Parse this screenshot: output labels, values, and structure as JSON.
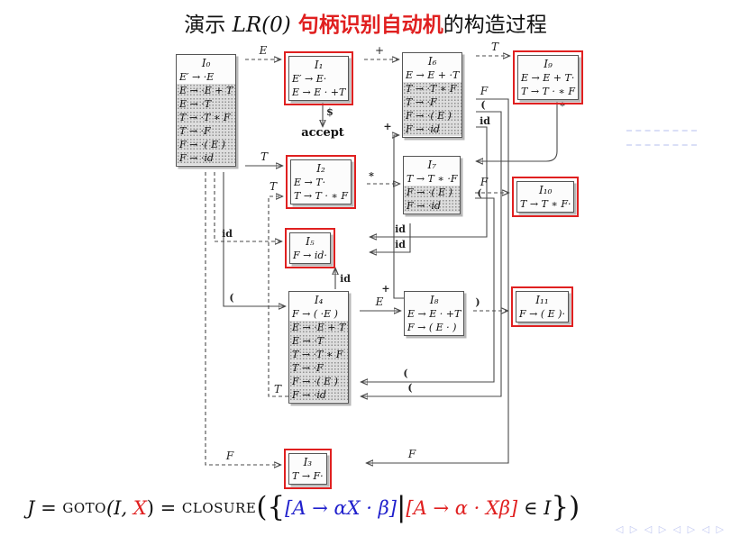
{
  "title": {
    "prefix": "演示 ",
    "math": "LR(0)",
    "highlight": " 句柄识别自动机",
    "suffix": "的构造过程"
  },
  "states": [
    {
      "id": "I0",
      "label": "I₀",
      "kernel": 1,
      "red": false,
      "items": [
        "E′ → ·E",
        "E → ·E + T",
        "E → ·T",
        "T → ·T ∗ F",
        "T → ·F",
        "F → ·( E )",
        "F → ·id"
      ]
    },
    {
      "id": "I1",
      "label": "I₁",
      "kernel": 2,
      "red": true,
      "items": [
        "E′ → E·",
        "E → E · +T"
      ]
    },
    {
      "id": "I2",
      "label": "I₂",
      "kernel": 2,
      "red": true,
      "items": [
        "E → T·",
        "T → T · ∗ F"
      ]
    },
    {
      "id": "I3",
      "label": "I₃",
      "kernel": 1,
      "red": true,
      "items": [
        "T → F·"
      ]
    },
    {
      "id": "I4",
      "label": "I₄",
      "kernel": 1,
      "red": false,
      "items": [
        "F → ( ·E )",
        "E → ·E + T",
        "E → ·T",
        "T → ·T ∗ F",
        "T → ·F",
        "F → ·( E )",
        "F → ·id"
      ]
    },
    {
      "id": "I5",
      "label": "I₅",
      "kernel": 1,
      "red": true,
      "items": [
        "F → id·"
      ]
    },
    {
      "id": "I6",
      "label": "I₆",
      "kernel": 1,
      "red": false,
      "items": [
        "E → E + ·T",
        "T → ·T ∗ F",
        "T → ·F",
        "F → ·( E )",
        "F → ·id"
      ]
    },
    {
      "id": "I7",
      "label": "I₇",
      "kernel": 1,
      "red": false,
      "items": [
        "T → T ∗ ·F",
        "F → ·( E )",
        "F → ·id"
      ]
    },
    {
      "id": "I8",
      "label": "I₈",
      "kernel": 2,
      "red": false,
      "items": [
        "E → E · +T",
        "F → ( E · )"
      ]
    },
    {
      "id": "I9",
      "label": "I₉",
      "kernel": 2,
      "red": true,
      "items": [
        "E → E + T·",
        "T → T · ∗ F"
      ]
    },
    {
      "id": "I10",
      "label": "I₁₀",
      "kernel": 1,
      "red": true,
      "items": [
        "T → T ∗ F·"
      ]
    },
    {
      "id": "I11",
      "label": "I₁₁",
      "kernel": 1,
      "red": true,
      "items": [
        "F → ( E )·"
      ]
    }
  ],
  "edges": [
    {
      "label": "E"
    },
    {
      "label": "+"
    },
    {
      "label": "T"
    },
    {
      "label": "$"
    },
    {
      "label": "*"
    },
    {
      "label": "T"
    },
    {
      "label": "*"
    },
    {
      "label": "F"
    },
    {
      "label": "id"
    },
    {
      "label": "("
    },
    {
      "label": "F"
    },
    {
      "label": "id"
    },
    {
      "label": "E"
    },
    {
      "label": "T"
    },
    {
      "label": "F"
    },
    {
      "label": "("
    },
    {
      "label": "id"
    },
    {
      "label": "("
    },
    {
      "label": "id"
    },
    {
      "label": "+"
    },
    {
      "label": ")"
    }
  ],
  "accept_label": "accept",
  "formula": {
    "pre": "J = ",
    "goto": "GOTO",
    "arg": "(I, ",
    "x": "X",
    "mid": ") = ",
    "closure": "CLOSURE",
    "open1": "(",
    "open2": "{",
    "blue": "[A → αX · β]",
    "bar": "|",
    "red": "[A → α · Xβ]",
    "member": " ∈ I",
    "close1": "}",
    "close2": ")"
  },
  "nav": {
    "glyphs": "◁ ▷ ◁ ▷ ◁ ▷ ◁ ▷"
  },
  "colors": {
    "highlight_red": "#e02020",
    "formula_blue": "#2020cc",
    "wire": "#4a4a4a",
    "shade": "#dddddd",
    "nav": "#8d9ae6"
  }
}
